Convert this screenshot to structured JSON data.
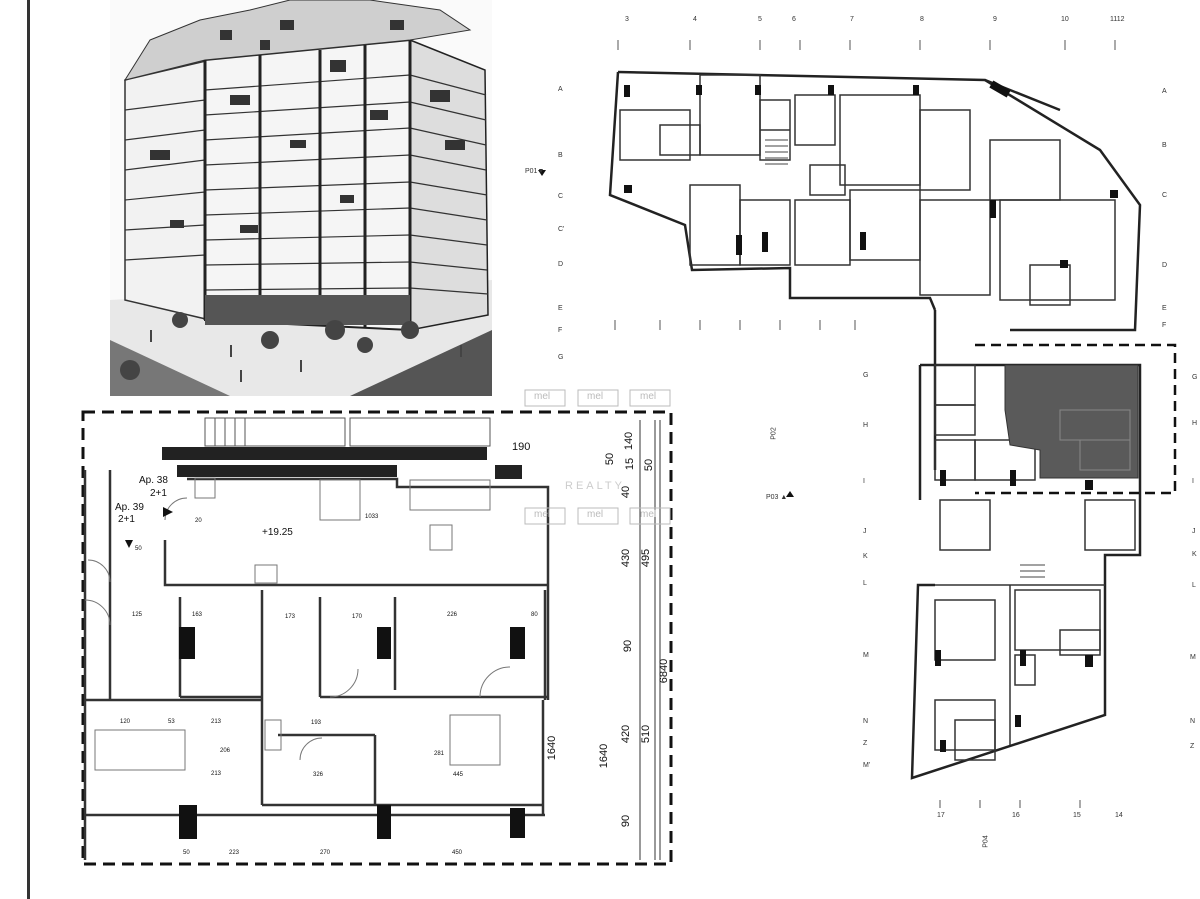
{
  "apartments": {
    "ap38": {
      "name": "Ap. 38",
      "type": "2+1"
    },
    "ap39": {
      "name": "Ap. 39",
      "type": "2+1"
    }
  },
  "floor_plan": {
    "level": "+19.25",
    "dims_top": [
      "190",
      "140",
      "15",
      "50",
      "50",
      "40"
    ],
    "dims_right": [
      "495",
      "430",
      "90",
      "6840",
      "510",
      "420",
      "1640",
      "1640",
      "90"
    ],
    "room_dims": [
      "125",
      "163",
      "173",
      "170",
      "226",
      "80",
      "120",
      "53",
      "213",
      "193",
      "281",
      "445",
      "326",
      "213",
      "206",
      "50",
      "223",
      "270",
      "450",
      "1033",
      "20",
      "50"
    ]
  },
  "watermark": {
    "brand": "mel",
    "sub": "REALTY"
  },
  "site_plan": {
    "col_labels_top": [
      "3",
      "4",
      "5",
      "6",
      "7",
      "8",
      "9",
      "10",
      "1112"
    ],
    "col_labels_bottom": [
      "17",
      "16",
      "15",
      "14"
    ],
    "row_labels_left": [
      "A",
      "B",
      "C",
      "C'",
      "D",
      "E",
      "F",
      "G"
    ],
    "row_labels_right": [
      "A",
      "B",
      "C",
      "D",
      "E",
      "F",
      "G",
      "H",
      "I",
      "J",
      "K",
      "L",
      "M",
      "N",
      "Z"
    ],
    "row_labels_mid": [
      "G",
      "H",
      "I",
      "J",
      "K",
      "L",
      "M",
      "N",
      "Z",
      "M'"
    ],
    "markers": [
      "P01▼",
      "P02",
      "P03 ▲",
      "P04"
    ]
  },
  "colors": {
    "line": "#222222",
    "highlight": "#5a5a5a",
    "paper": "#ffffff"
  }
}
